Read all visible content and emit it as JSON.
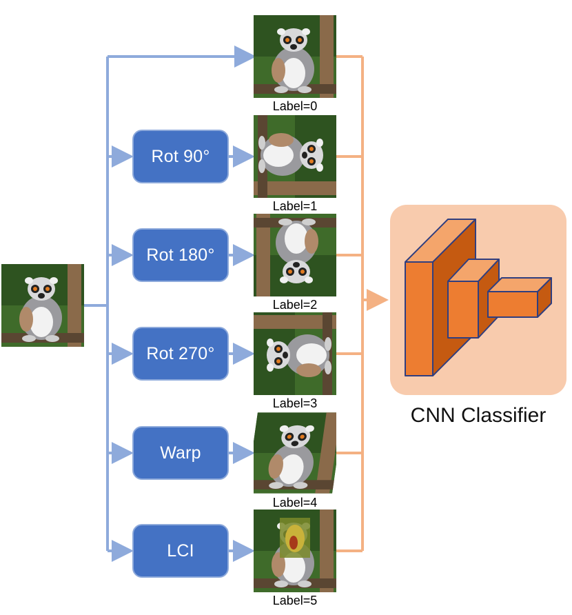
{
  "colors": {
    "blue_arrow": "#8EAADB",
    "blue_box": "#4472C4",
    "orange_line": "#F4B183",
    "cnn_panel": "#F8CBAD",
    "cnn_block_front": "#ED7D31",
    "cnn_block_side": "#C55A11",
    "cnn_block_top": "#F4A56B",
    "cnn_block_stroke": "#2F3E80"
  },
  "input": {
    "image_name": "lemur-photo"
  },
  "transforms": [
    {
      "op": "",
      "label": "Label=0",
      "rotation": 0,
      "variant": "original"
    },
    {
      "op": "Rot 90°",
      "label": "Label=1",
      "rotation": 90,
      "variant": "original"
    },
    {
      "op": "Rot 180°",
      "label": "Label=2",
      "rotation": 180,
      "variant": "original"
    },
    {
      "op": "Rot 270°",
      "label": "Label=3",
      "rotation": 270,
      "variant": "original"
    },
    {
      "op": "Warp",
      "label": "Label=4",
      "rotation": 0,
      "variant": "warp"
    },
    {
      "op": "LCI",
      "label": "Label=5",
      "rotation": 0,
      "variant": "lci"
    }
  ],
  "classifier": {
    "title": "CNN Classifier"
  }
}
